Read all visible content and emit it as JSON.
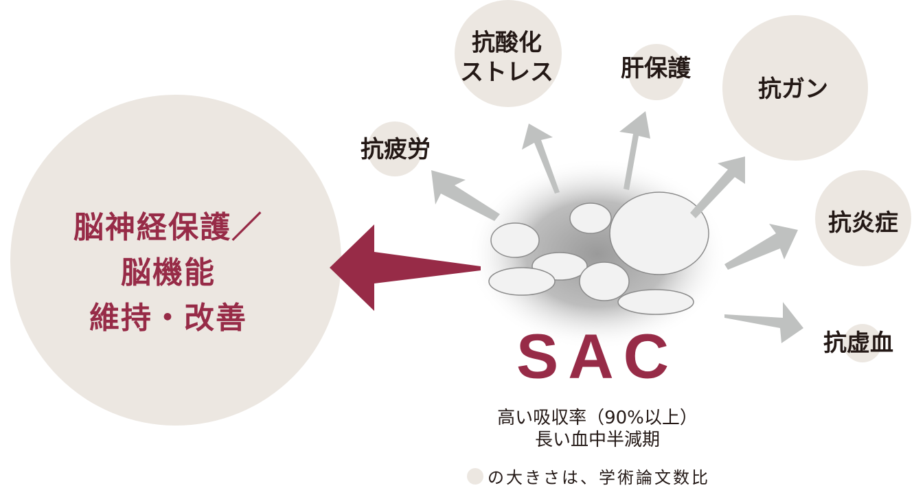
{
  "main_effect": {
    "lines": [
      "脳神経保護／",
      "脳機能",
      "維持・改善"
    ]
  },
  "effects": [
    {
      "label_lines": [
        "抗疲労"
      ]
    },
    {
      "label_lines": [
        "抗酸化",
        "ストレス"
      ]
    },
    {
      "label_lines": [
        "肝保護"
      ]
    },
    {
      "label_lines": [
        "抗ガン"
      ]
    },
    {
      "label_lines": [
        "抗炎症"
      ]
    },
    {
      "label_lines": [
        "抗虚血"
      ]
    }
  ],
  "center": {
    "title": "SAC",
    "line1": "高い吸収率（90%以上）",
    "line2": "長い血中半減期"
  },
  "legend": {
    "text": "の大きさは、学術論文数比"
  },
  "colors": {
    "accent": "#972b47",
    "circle": "#ece7e1",
    "arrow": "#bfc1c0",
    "text": "#231815"
  }
}
